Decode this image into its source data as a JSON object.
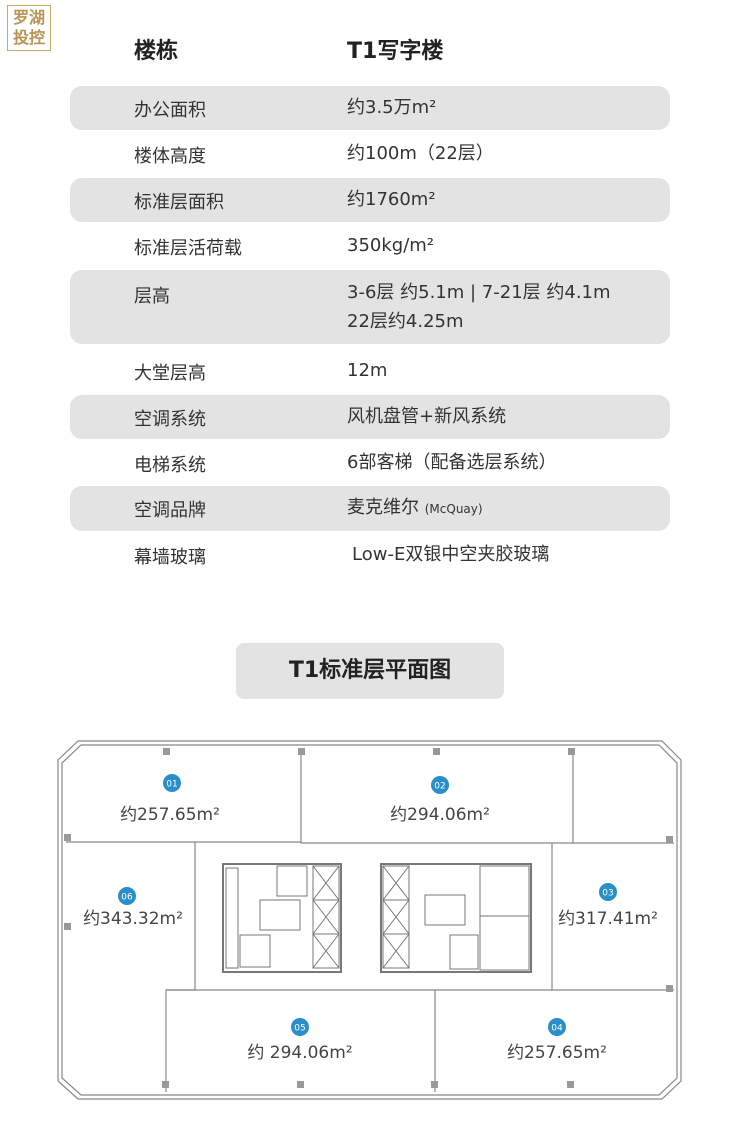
{
  "logo": {
    "text": "罗湖投控"
  },
  "header": {
    "key": "楼栋",
    "value": "T1写字楼"
  },
  "rows": [
    {
      "key": "办公面积",
      "value": "约3.5万m²"
    },
    {
      "key": "楼体高度",
      "value": "约100m（22层）"
    },
    {
      "key": "标准层面积",
      "value": "约1760m²"
    },
    {
      "key": "标准层活荷载",
      "value": "350kg/m²"
    },
    {
      "key": "层高",
      "value": "3-6层 约5.1m | 7-21层 约4.1m",
      "value2": "22层约4.25m"
    },
    {
      "key": "大堂层高",
      "value": "12m"
    },
    {
      "key": "空调系统",
      "value": "风机盘管+新风系统"
    },
    {
      "key": "电梯系统",
      "value": "6部客梯（配备选层系统）"
    },
    {
      "key": "空调品牌",
      "value": "麦克维尔",
      "note": "(McQuay)"
    },
    {
      "key": "幕墙玻璃",
      "value": "Low-E双银中空夹胶玻璃"
    }
  ],
  "plan": {
    "title": "T1标准层平面图",
    "units": [
      {
        "id": "01",
        "area": "约257.65m²"
      },
      {
        "id": "02",
        "area": "约294.06m²"
      },
      {
        "id": "03",
        "area": "约317.41m²"
      },
      {
        "id": "04",
        "area": "约257.65m²"
      },
      {
        "id": "05",
        "area": "约 294.06m²"
      },
      {
        "id": "06",
        "area": "约343.32m²"
      }
    ],
    "badge_color": "#2a8fc9"
  }
}
